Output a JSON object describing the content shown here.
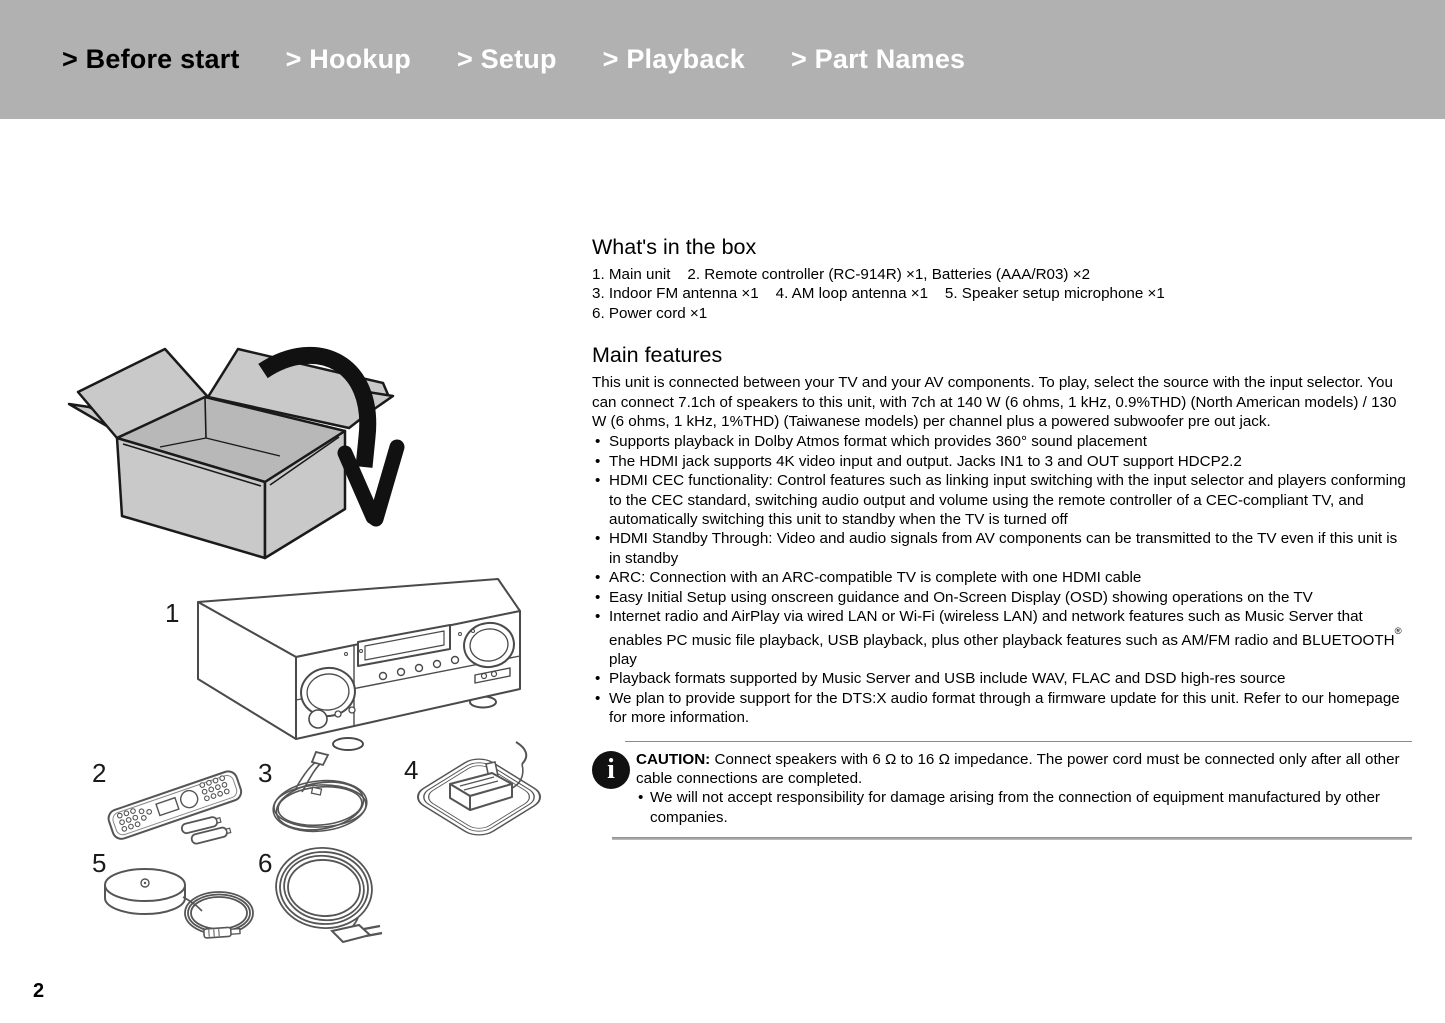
{
  "nav": {
    "items": [
      {
        "label": "> Before start",
        "active": true
      },
      {
        "label": "> Hookup",
        "active": false
      },
      {
        "label": "> Setup",
        "active": false
      },
      {
        "label": "> Playback",
        "active": false
      },
      {
        "label": "> Part Names",
        "active": false
      }
    ]
  },
  "whats_in_box": {
    "title": "What's in the box",
    "lines": [
      "1. Main unit    2. Remote controller (RC-914R) ×1, Batteries (AAA/R03) ×2",
      "3. Indoor FM antenna ×1    4. AM loop antenna ×1    5. Speaker setup microphone ×1",
      "6. Power cord ×1"
    ]
  },
  "main_features": {
    "title": "Main features",
    "intro": "This unit is connected between your TV and your AV components. To play, select the source with the input selector. You can connect 7.1ch of speakers to this unit, with 7ch at 140 W (6 ohms, 1 kHz, 0.9%THD) (North American models) / 130 W (6 ohms, 1 kHz, 1%THD) (Taiwanese models) per channel plus a powered subwoofer pre out jack.",
    "bullets": [
      {
        "text": "Supports playback in Dolby Atmos format which provides 360° sound placement"
      },
      {
        "text": "The HDMI jack supports 4K video input and output. Jacks IN1 to 3 and OUT support HDCP2.2"
      },
      {
        "text": "HDMI CEC functionality: Control features such as linking input switching with the input selector and players conforming to the CEC standard, switching audio output and volume using the remote controller of a CEC-compliant TV, and automatically switching this unit to standby when the TV is turned off"
      },
      {
        "text": "HDMI Standby Through: Video and audio signals from AV components can be transmitted to the TV even if this unit is in standby"
      },
      {
        "text": "ARC: Connection with an ARC-compatible TV is complete with one HDMI cable"
      },
      {
        "text": "Easy Initial Setup using onscreen guidance and On-Screen Display (OSD) showing operations on the TV"
      },
      {
        "before": "Internet radio and AirPlay via wired LAN or Wi-Fi (wireless LAN) and network features such as Music Server that enables PC music file playback, USB playback, plus other playback features such as AM/FM radio and BLUETOOTH",
        "sup": "®",
        "after": " play"
      },
      {
        "text": "Playback formats supported by Music Server and USB include WAV, FLAC and DSD high-res source"
      },
      {
        "text": "We plan to provide support for the DTS:X audio format through a firmware update for this unit. Refer to our homepage for more information."
      }
    ]
  },
  "caution": {
    "icon": "info-icon",
    "icon_glyph": "i",
    "label": "CAUTION:",
    "text": " Connect speakers with 6 Ω to 16 Ω impedance. The power cord must be connected only after all other cable connections are completed.",
    "bullet": "We will not accept responsibility for damage arising from the connection of equipment manufactured by other companies."
  },
  "figures": {
    "items": [
      {
        "label": "1",
        "name": "main-unit"
      },
      {
        "label": "2",
        "name": "remote-controller-and-batteries"
      },
      {
        "label": "3",
        "name": "indoor-fm-antenna"
      },
      {
        "label": "4",
        "name": "am-loop-antenna"
      },
      {
        "label": "5",
        "name": "speaker-setup-microphone"
      },
      {
        "label": "6",
        "name": "power-cord"
      }
    ]
  },
  "page_number": "2",
  "colors": {
    "nav_bg": "#b1b1b1",
    "nav_active_text": "#000000",
    "nav_inactive_text": "#ffffff",
    "carton_fill": "#c9c9c9",
    "line_art_stroke": "#4a4a4a",
    "caution_icon_bg": "#111111"
  }
}
